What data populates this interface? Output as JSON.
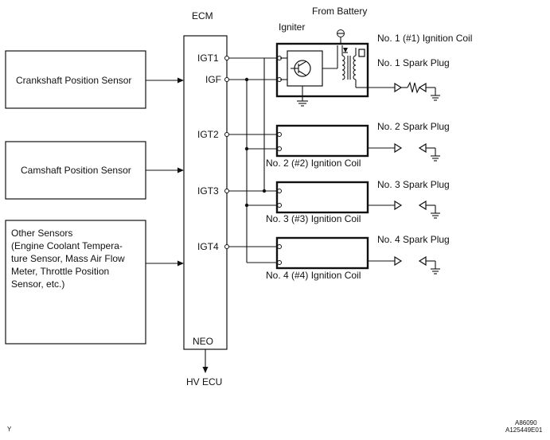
{
  "title": "ECM",
  "battery_label": "From Battery",
  "igniter_label": "Igniter",
  "ecm": {
    "igt1": "IGT1",
    "igf": "IGF",
    "igt2": "IGT2",
    "igt3": "IGT3",
    "igt4": "IGT4",
    "neo": "NEO"
  },
  "sensors": {
    "crankshaft": "Crankshaft Position Sensor",
    "camshaft": "Camshaft Position Sensor",
    "other": [
      "Other Sensors",
      "(Engine Coolant Tempera-",
      "ture Sensor, Mass Air Flow",
      "Meter, Throttle Position",
      "Sensor, etc.)"
    ]
  },
  "coils": {
    "coil1": "No. 1 (#1) Ignition Coil",
    "coil2": "No. 2 (#2) Ignition Coil",
    "coil3": "No. 3 (#3) Ignition Coil",
    "coil4": "No. 4 (#4) Ignition Coil"
  },
  "plugs": {
    "plug1": "No. 1 Spark Plug",
    "plug2": "No. 2 Spark Plug",
    "plug3": "No. 3 Spark Plug",
    "plug4": "No. 4 Spark Plug"
  },
  "hv_ecu": "HV ECU",
  "corner_left": "Y",
  "corner_right_1": "A86090",
  "corner_right_2": "A125449E01"
}
